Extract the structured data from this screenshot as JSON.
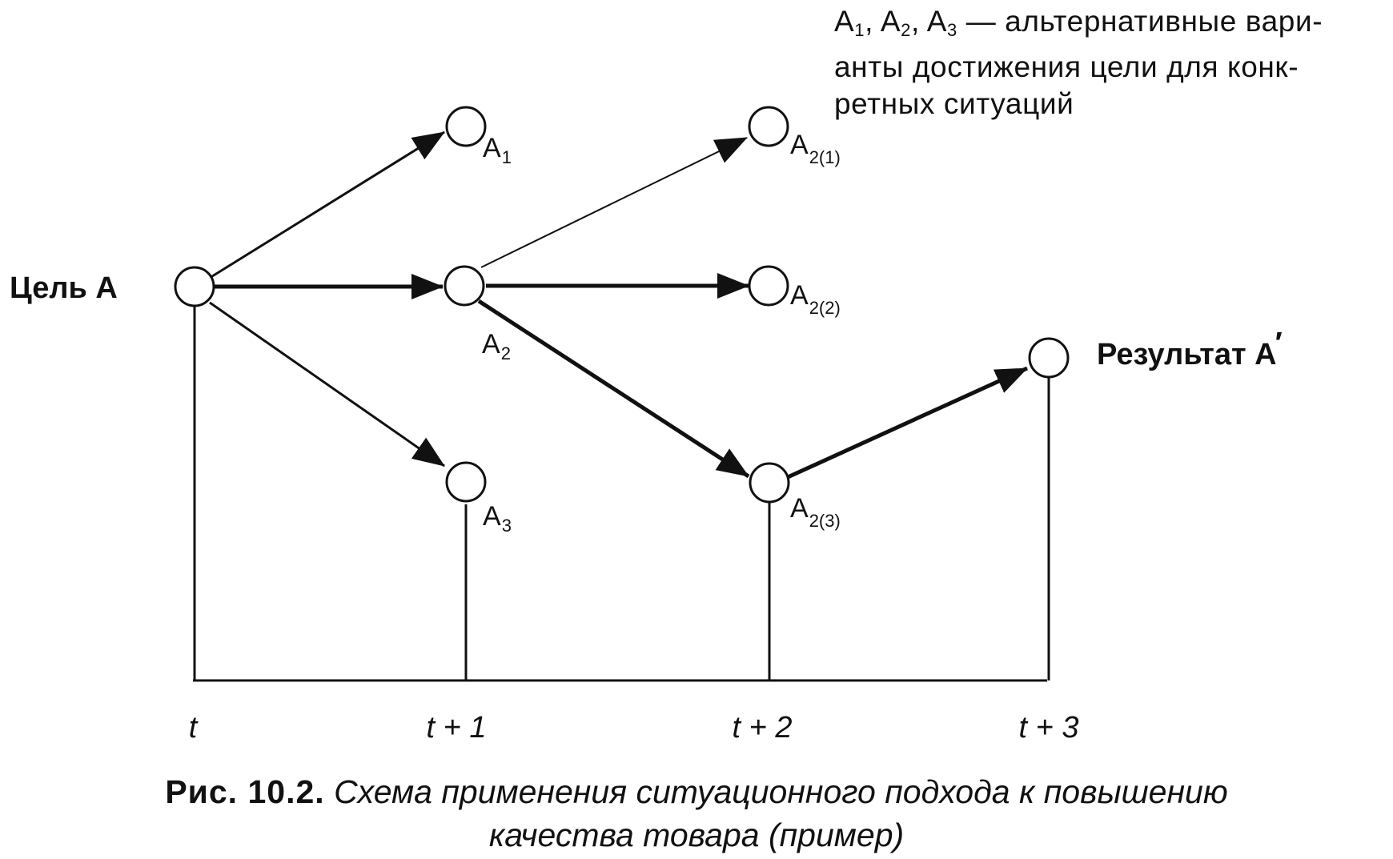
{
  "legend": {
    "items": [
      {
        "base": "A",
        "sub": "1"
      },
      {
        "base": "A",
        "sub": "2"
      },
      {
        "base": "A",
        "sub": "3"
      }
    ],
    "text_line1": " — альтернативные вари-",
    "text_line2": "анты достижения цели для конк-",
    "text_line3": "ретных ситуаций"
  },
  "nodes": [
    {
      "id": "start",
      "label": "Цель А"
    },
    {
      "id": "a1",
      "base": "A",
      "sub": "1"
    },
    {
      "id": "a2",
      "base": "A",
      "sub": "2"
    },
    {
      "id": "a3",
      "base": "A",
      "sub": "3"
    },
    {
      "id": "a21",
      "base": "A",
      "sub": "2(1)"
    },
    {
      "id": "a22",
      "base": "A",
      "sub": "2(2)"
    },
    {
      "id": "a23",
      "base": "A",
      "sub": "2(3)"
    },
    {
      "id": "result",
      "label": "Результат А",
      "mark": "′"
    }
  ],
  "edges": [
    {
      "from": "start",
      "to": "a1",
      "emphasis": "normal"
    },
    {
      "from": "start",
      "to": "a2",
      "emphasis": "bold"
    },
    {
      "from": "start",
      "to": "a3",
      "emphasis": "normal"
    },
    {
      "from": "a2",
      "to": "a21",
      "emphasis": "thin"
    },
    {
      "from": "a2",
      "to": "a22",
      "emphasis": "bold"
    },
    {
      "from": "a2",
      "to": "a23",
      "emphasis": "bold"
    },
    {
      "from": "a23",
      "to": "result",
      "emphasis": "bold"
    }
  ],
  "timeline": {
    "ticks": [
      "t",
      "t + 1",
      "t + 2",
      "t + 3"
    ]
  },
  "caption": {
    "figure_number": "Рис. 10.2.",
    "line1": "Схема применения ситуационного подхода к повышению",
    "line2": "качества товара (пример)"
  }
}
